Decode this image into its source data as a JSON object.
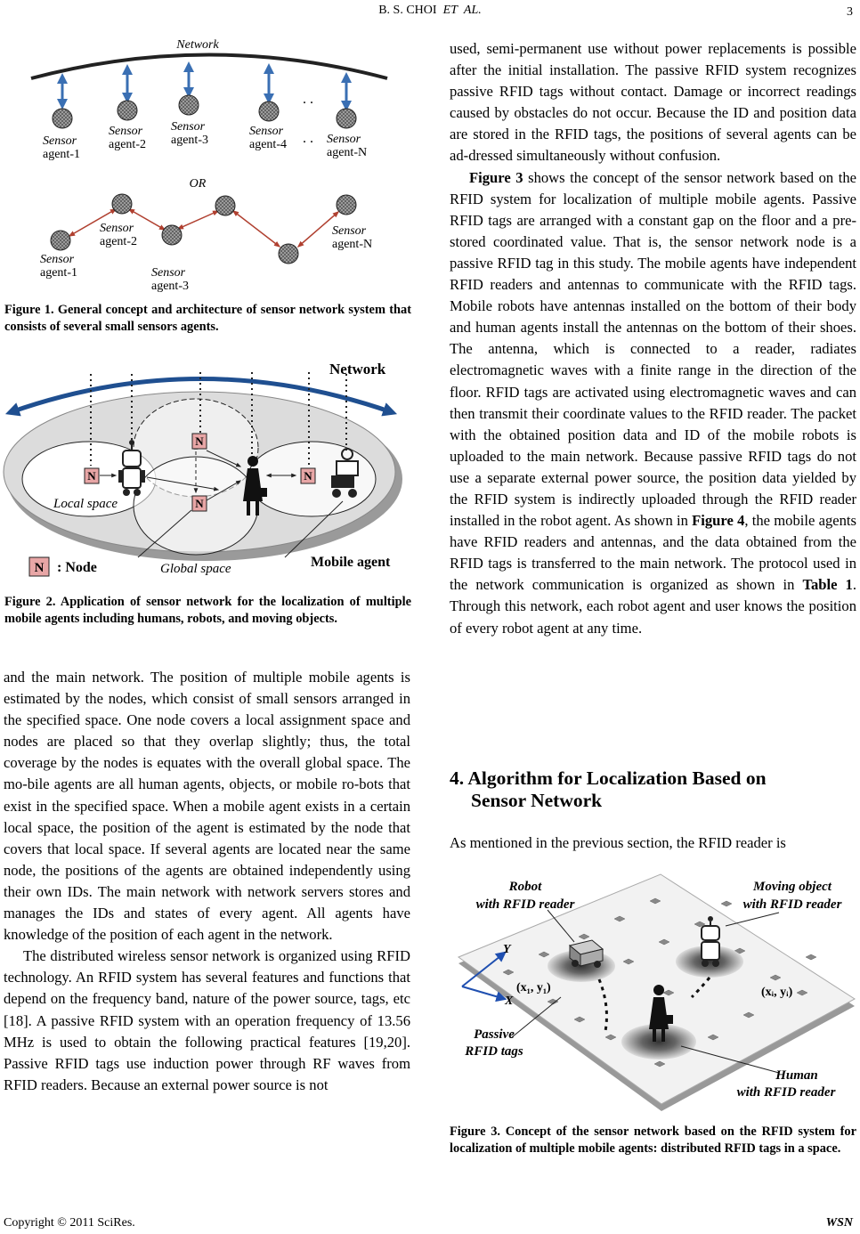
{
  "header": {
    "authors_prefix": "B. S. CHOI",
    "authors_et": "ET",
    "authors_al": "AL.",
    "page_number": "3"
  },
  "figure1": {
    "network_label": "Network",
    "or_label": "OR",
    "sensor_word": "Sensor",
    "top_agents": [
      "agent-1",
      "agent-2",
      "agent-3",
      "agent-4",
      "agent-N"
    ],
    "bottom_agents": [
      "agent-1",
      "agent-2",
      "agent-3",
      "agent-N"
    ],
    "ellipsis": ". ."
  },
  "figure1_caption": "Figure 1. General concept and architecture of sensor network system that consists of several small sensors agents.",
  "figure2": {
    "network_label": "Network",
    "local_space": "Local space",
    "global_space": "Global space",
    "node_symbol": "N",
    "node_legend": ": Node",
    "mobile_agent": "Mobile agent"
  },
  "figure2_caption": "Figure 2. Application of sensor network for the localization of multiple mobile agents including humans, robots, and moving objects.",
  "left_text": {
    "p1": "and the main network. The position of multiple mobile agents is estimated by the nodes, which consist of small sensors arranged in the specified space. One node covers a local assignment space and nodes are placed so that they overlap slightly; thus, the total coverage by the nodes is equates with the overall global space. The mo-bile agents are all human agents, objects, or mobile ro-bots that exist in the specified space. When a mobile agent exists in a certain local space, the position of the agent is estimated by the node that covers that local space. If several agents are located near the same node, the positions of the agents are obtained independently using their own IDs. The main network with network servers stores and manages the IDs and states of every agent. All agents have knowledge of the position of each agent in the network.",
    "p2": "The distributed wireless sensor network is organized using RFID technology. An RFID system has several features and functions that depend on the frequency band, nature of the power source, tags, etc [18]. A passive RFID system with an operation frequency of 13.56 MHz is used to obtain the following practical features [19,20]. Passive RFID tags use induction power through RF waves from RFID readers. Because an external power source is not"
  },
  "right_text": {
    "p1": "used, semi-permanent use without power replacements is possible after the initial installation. The passive RFID system recognizes passive RFID tags without contact. Damage or incorrect readings caused by obstacles do not occur. Because the ID and position data are stored in the RFID tags, the positions of several agents can be ad-dressed simultaneously without confusion.",
    "p2_fig_ref": "Figure 3",
    "p2_a": " shows the concept of the sensor network based on the RFID system for localization of multiple mobile agents. Passive RFID tags are arranged with a constant gap on the floor and a pre-stored coordinated value. That is, the sensor network node is a passive RFID tag in this study. The mobile agents have independent RFID readers and antennas to communicate with the RFID tags. Mobile robots have antennas installed on the bottom of their body and human agents install the antennas on the bottom of their shoes. The antenna, which is connected to a reader, radiates electromagnetic waves with a finite range in the direction of the floor. RFID tags are activated using electromagnetic waves and can then transmit their coordinate values to the RFID reader. The packet with the obtained position data and ID of the mobile robots is uploaded to the main network. Because passive RFID tags do not use a separate external power source, the position data yielded by the RFID system is indirectly uploaded through the RFID reader installed in the robot agent. As shown in ",
    "p2_fig4": "Figure 4",
    "p2_b": ", the mobile agents have RFID readers and antennas, and the data obtained from the RFID tags is transferred to the main network. The protocol used in the network communication is organized as shown in ",
    "p2_table": "Table 1",
    "p2_c": ". Through this network, each robot agent and user knows the position of every robot agent at any time.",
    "section_title_1": "4. Algorithm for Localization Based on",
    "section_title_2": "Sensor Network",
    "p3": "As mentioned in the previous section, the RFID reader is"
  },
  "figure3": {
    "robot_label_1": "Robot",
    "robot_label_2": "with RFID reader",
    "moving_label_1": "Moving object",
    "moving_label_2": "with RFID reader",
    "axis_y": "Y",
    "axis_x": "X",
    "coord_1": "(x₁, y₁)",
    "coord_i": "(xᵢ, yᵢ)",
    "passive_1": "Passive",
    "passive_2": "RFID tags",
    "human_1": "Human",
    "human_2": "with RFID reader"
  },
  "figure3_caption": "Figure 3. Concept of the sensor network based on the RFID system for localization of multiple mobile agents: distributed RFID tags in a space.",
  "footer": {
    "copyright": "Copyright © 2011 SciRes.",
    "journal": "WSN"
  }
}
